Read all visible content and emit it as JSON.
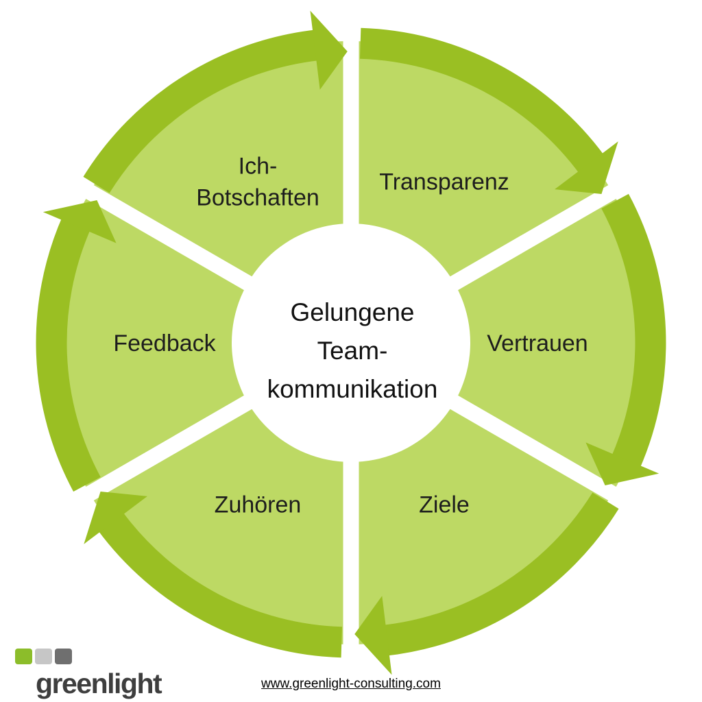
{
  "diagram": {
    "center_title_lines": [
      "Gelungene",
      "Team-",
      "kommunikation"
    ],
    "segments": [
      {
        "id": "transparenz",
        "lines": [
          "Transparenz"
        ]
      },
      {
        "id": "vertrauen",
        "lines": [
          "Vertrauen"
        ]
      },
      {
        "id": "ziele",
        "lines": [
          "Ziele"
        ]
      },
      {
        "id": "zuhoeren",
        "lines": [
          "Zuhören"
        ]
      },
      {
        "id": "feedback",
        "lines": [
          "Feedback"
        ]
      },
      {
        "id": "ich-botschaften",
        "lines": [
          "Ich-",
          "Botschaften"
        ]
      }
    ],
    "colors": {
      "segment_fill": "#bdd964",
      "arrow_green": "#9abf23",
      "label_text": "#1d1d1d",
      "center_circle": "#ffffff"
    }
  },
  "footer": {
    "logo_text": "greenlight",
    "logo_square_colors": [
      "#8cbd2a",
      "#c6c6c6",
      "#6f6f6f"
    ],
    "website_url": "www.greenlight-consulting.com"
  }
}
